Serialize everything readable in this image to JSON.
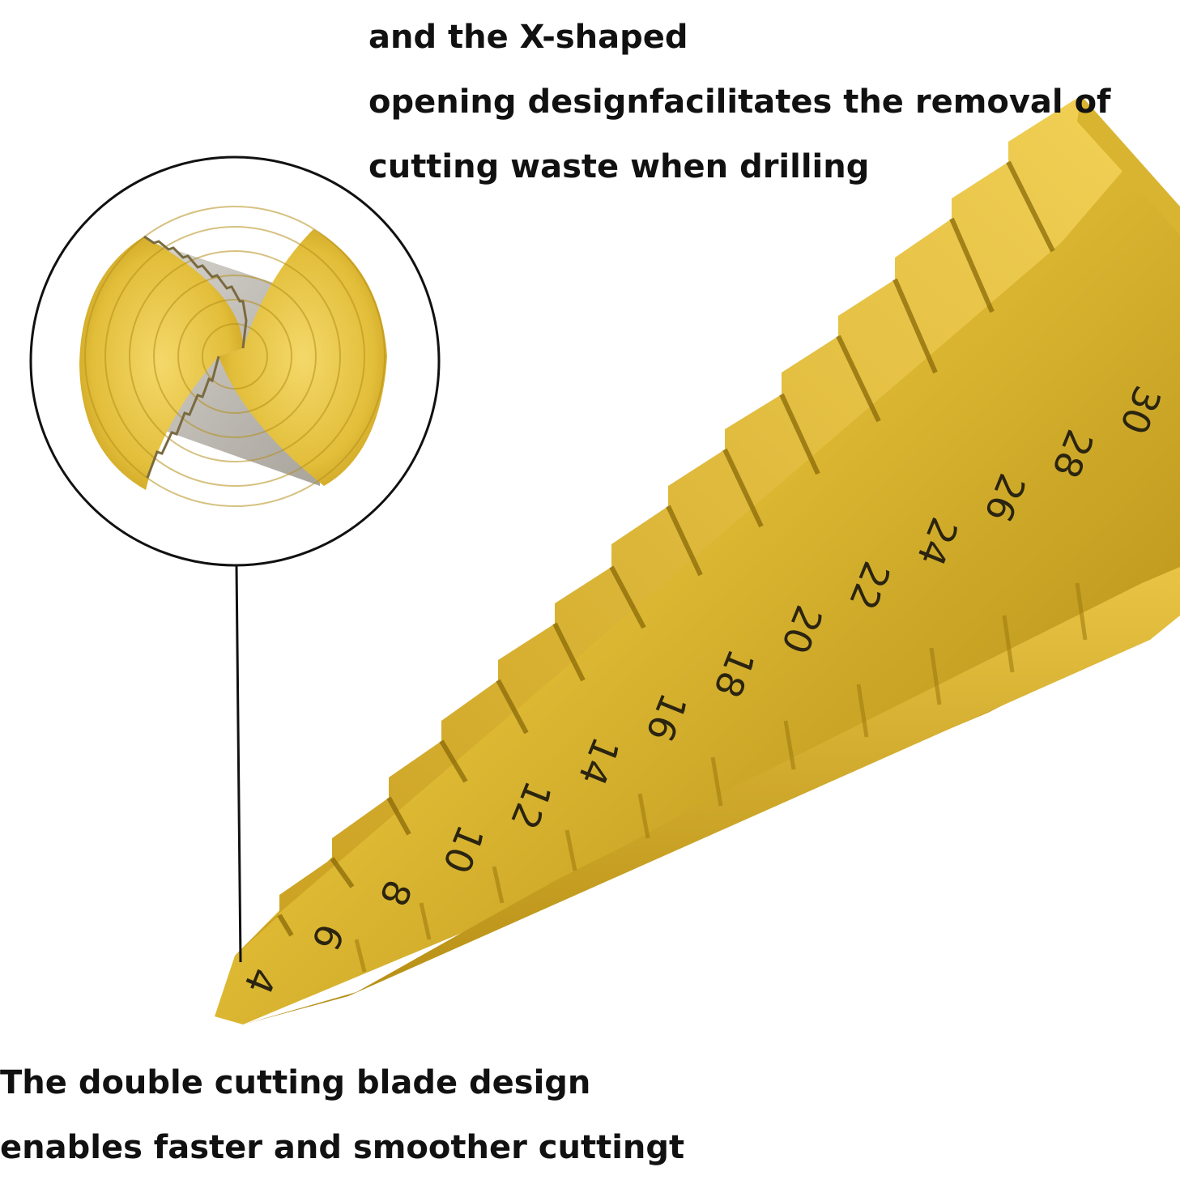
{
  "top_caption": {
    "line1": "and the X-shaped",
    "line2": "opening designfacilitates the removal of",
    "line3": "cutting waste when drilling"
  },
  "bottom_caption": {
    "line1": "The double cutting blade design",
    "line2": "enables faster and smoother cuttingt"
  },
  "drill_bit": {
    "step_sizes": [
      "4",
      "6",
      "8",
      "10",
      "12",
      "14",
      "16",
      "18",
      "20",
      "22",
      "24",
      "26",
      "28",
      "30"
    ]
  },
  "colors": {
    "gold_light": "#f2d35a",
    "gold_mid": "#d9b22c",
    "gold_dark": "#9c7a10",
    "steel": "#c9c6c0",
    "outline": "#111111",
    "text": "#111111"
  }
}
